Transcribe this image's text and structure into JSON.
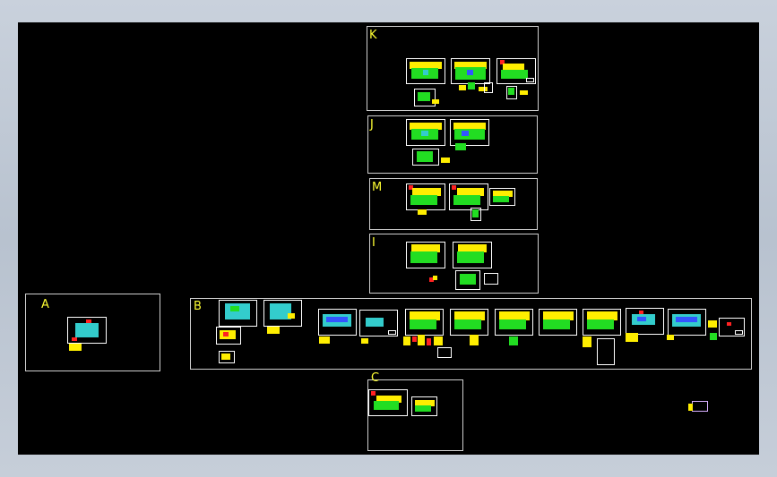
{
  "groups": {
    "k": {
      "label": "K"
    },
    "j": {
      "label": "J"
    },
    "m": {
      "label": "M"
    },
    "i": {
      "label": "I"
    },
    "a": {
      "label": "A"
    },
    "b": {
      "label": "B"
    },
    "c": {
      "label": "C"
    }
  },
  "colors": {
    "canvas": "#000000",
    "frame": "#cfcfcf",
    "letter": "#ffff33",
    "green": "#22dd22",
    "yellow": "#ffee00",
    "cyan": "#33cccc",
    "blue": "#3355ff",
    "red": "#ff2222"
  }
}
